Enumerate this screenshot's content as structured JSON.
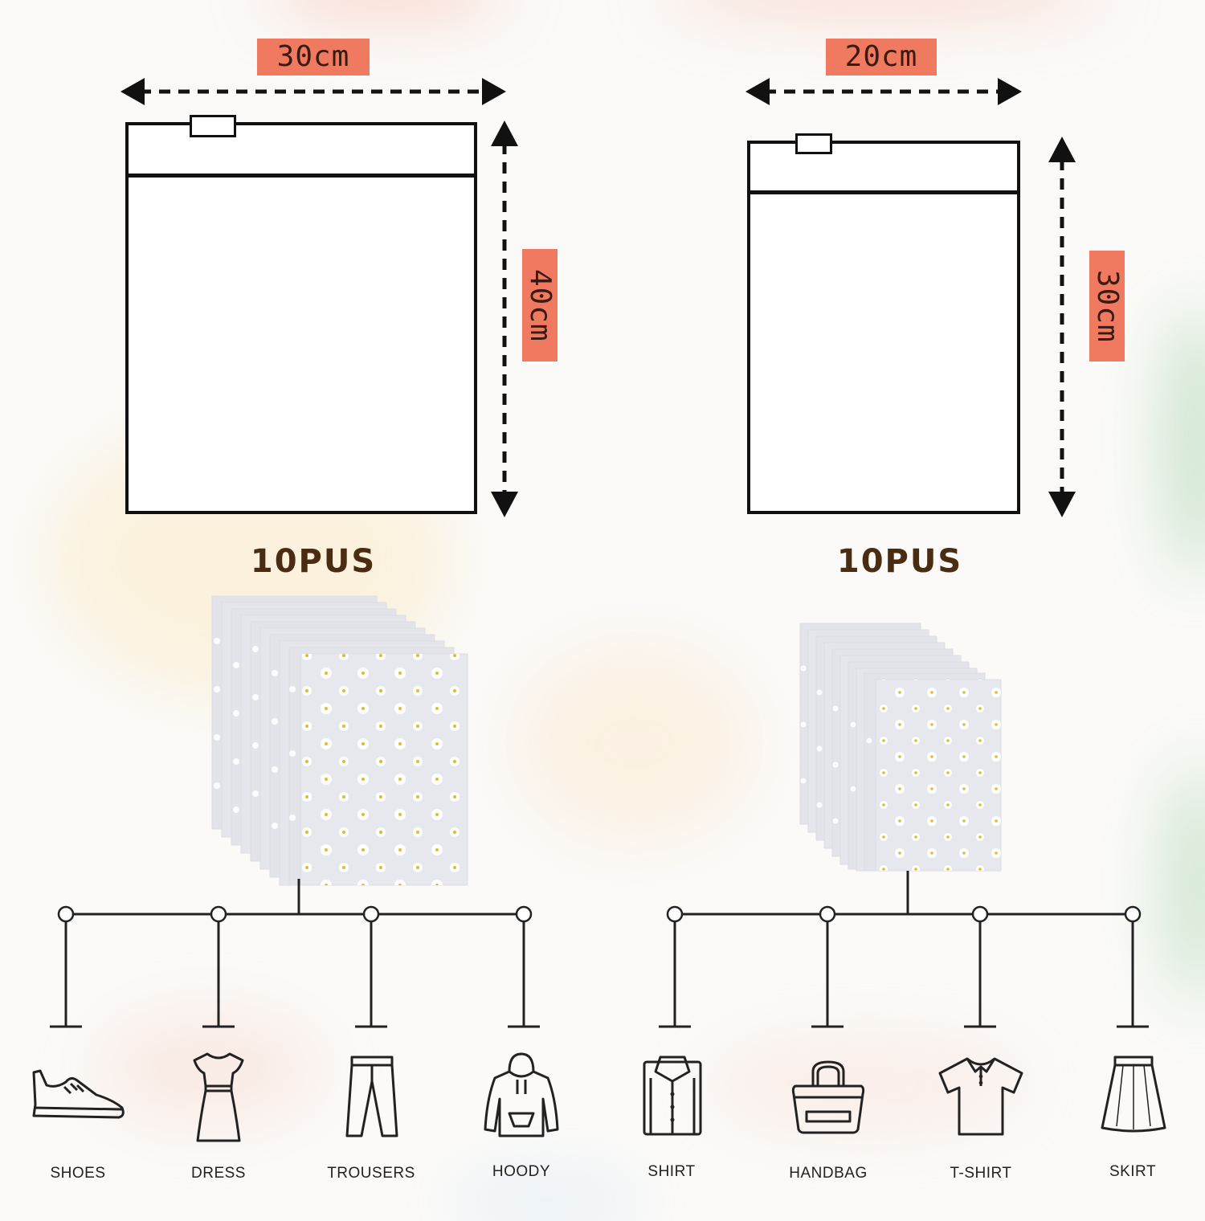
{
  "left_set": {
    "width_label": "30cm",
    "height_label": "40cm",
    "count_label": "10PUS",
    "items": [
      "SHOES",
      "DRESS",
      "TROUSERS",
      "HOODY"
    ]
  },
  "right_set": {
    "width_label": "20cm",
    "height_label": "30cm",
    "count_label": "10PUS",
    "items": [
      "SHIRT",
      "HANDBAG",
      "T-SHIRT",
      "SKIRT"
    ]
  },
  "icons": {
    "left": [
      "shoe-icon",
      "dress-icon",
      "trousers-icon",
      "hoodie-icon"
    ],
    "right": [
      "shirt-icon",
      "handbag-icon",
      "tshirt-icon",
      "skirt-icon"
    ]
  },
  "colors": {
    "tag": "#f07a60",
    "count_text": "#4a2c12",
    "line": "#111111"
  }
}
